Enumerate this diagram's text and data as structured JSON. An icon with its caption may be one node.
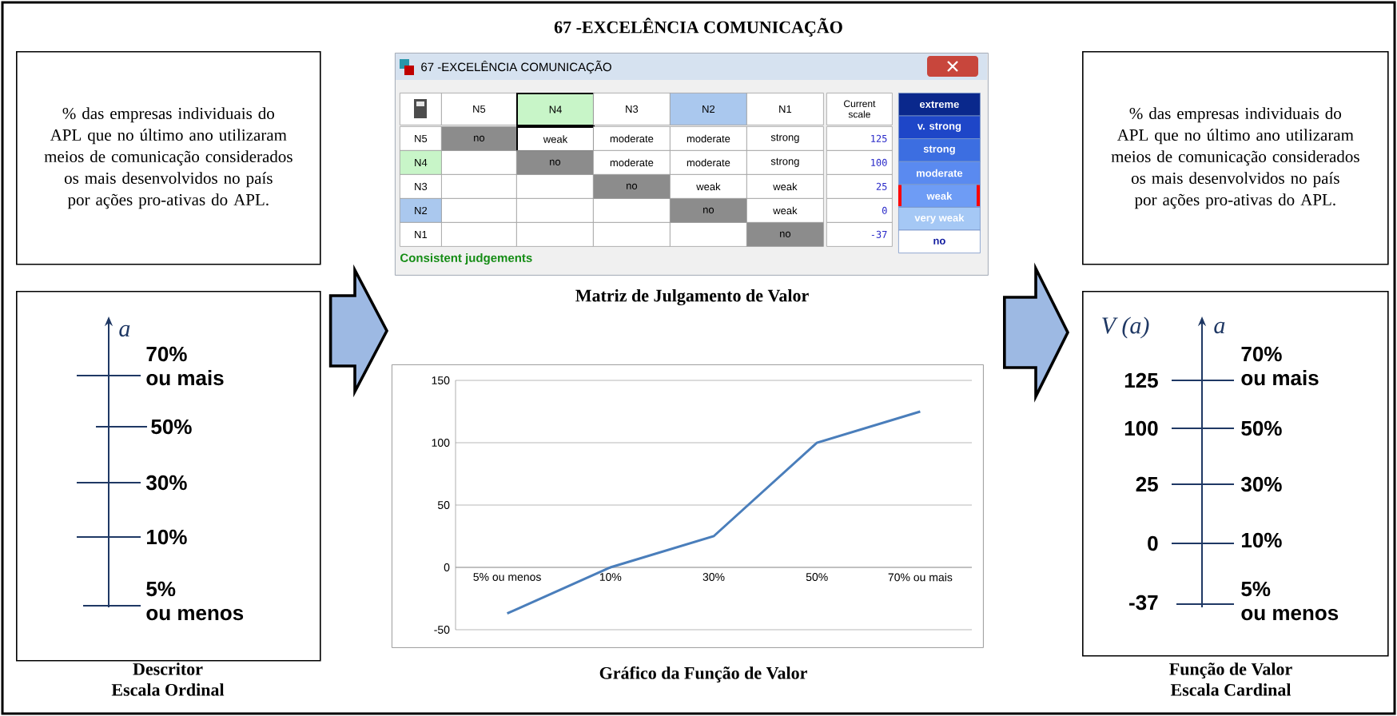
{
  "diagram": {
    "title": "67 -EXCELÊNCIA COMUNICAÇÃO",
    "nodes": [
      {
        "text": [
          "% das empresas individuais do APL que no último ano utilizaram meios de comunicação considerados os mais desenvolvidos no país por ações pro-ativas do APL."
        ]
      },
      {
        "text": [
          "a",
          "70% ou mais",
          "50%",
          "30%",
          "10%",
          "5% ou menos"
        ],
        "beside": [
          "Descritor Escala Ordinal"
        ]
      },
      {
        "text": [
          "67 -EXCELÊNCIA COMUNICAÇÃO"
        ],
        "beside": [
          "Matriz de Julgamento de Valor"
        ]
      },
      {
        "text": [],
        "shape": "box",
        "beside": [
          "Gráfico da Função de Valor"
        ]
      },
      {
        "text": [
          "% das empresas individuais do APL que no último ano utilizaram meios de comunicação considerados os mais desenvolvidos no país por ações pro-ativas do APL."
        ]
      },
      {
        "text": [
          "V (a)",
          "a",
          "125",
          "70% ou mais",
          "100",
          "50%",
          "25",
          "30%",
          "0",
          "10%",
          "-37",
          "5% ou menos"
        ],
        "beside": [
          "Função de Valor Escala Cardinal"
        ]
      }
    ],
    "edges": [
      {
        "from": 1,
        "to": 2,
        "arrow": "to"
      },
      {
        "from": 2,
        "to": 5,
        "arrow": "to"
      }
    ],
    "labels": [
      "N5",
      "N4",
      "N3",
      "N2",
      "N1",
      "Current scale",
      "N5",
      "no",
      "weak",
      "moderate",
      "moderate",
      "strong",
      "125",
      "N4",
      "no",
      "moderate",
      "moderate",
      "strong",
      "100",
      "N3",
      "no",
      "weak",
      "weak",
      "25",
      "N2",
      "no",
      "weak",
      "0",
      "N1",
      "no",
      "-37",
      "extreme",
      "v. strong",
      "strong",
      "moderate",
      "weak",
      "very weak",
      "no",
      "Consistent judgements"
    ],
    "chart_data": {
      "type": "line",
      "categories": [
        "5% ou menos",
        "10%",
        "30%",
        "50%",
        "70% ou mais"
      ],
      "series": [
        {
          "color": "#4a7ebb",
          "values": [
            -37,
            0,
            25,
            100,
            125
          ]
        }
      ],
      "ylim": [
        -50,
        150
      ],
      "yticks": [
        -50,
        0,
        50,
        100,
        150
      ],
      "grid": true
    }
  }
}
